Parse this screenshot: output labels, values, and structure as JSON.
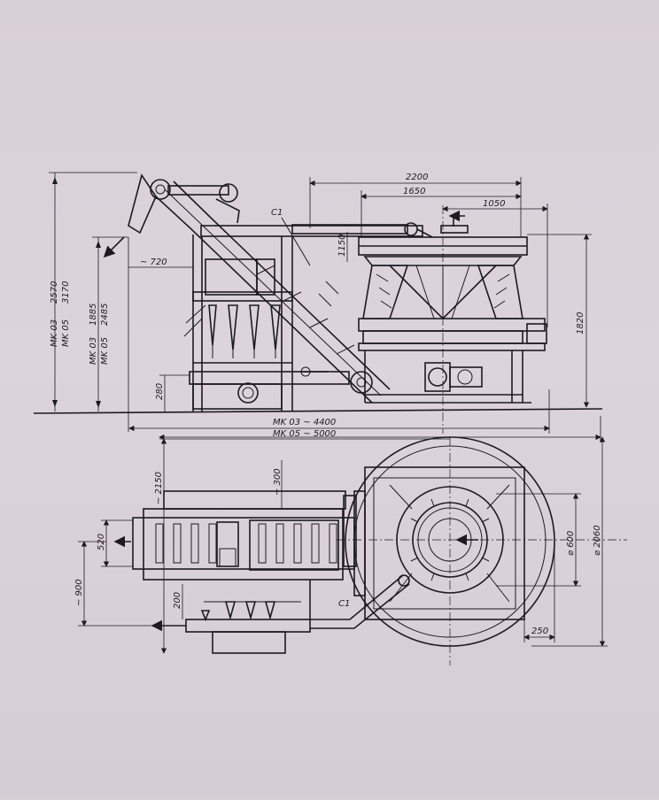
{
  "side_view": {
    "height_left": {
      "models": [
        "MK 03",
        "MK 05"
      ],
      "values": [
        "2570",
        "3170"
      ]
    },
    "height_inner": {
      "models": [
        "MK 03",
        "MK 05"
      ],
      "values": [
        "1885",
        "2485"
      ]
    },
    "dim_720": "~ 720",
    "dim_280": "280",
    "dim_2200": "2200",
    "dim_1650": "1650",
    "dim_1050": "1050",
    "dim_1150": "1150",
    "dim_1820": "1820",
    "label_c1": "C1",
    "length_mk03": "MK 03   ~ 4400",
    "length_mk05": "MK 05   ~ 5000"
  },
  "top_view": {
    "dim_2150": "~ 2150",
    "dim_300": "~ 300",
    "dim_520": "520",
    "dim_900": "~ 900",
    "dim_200": "200",
    "dim_600": "⌀ 600",
    "dim_2060": "⌀ 2060",
    "dim_250": "250",
    "label_c1": "C1"
  }
}
